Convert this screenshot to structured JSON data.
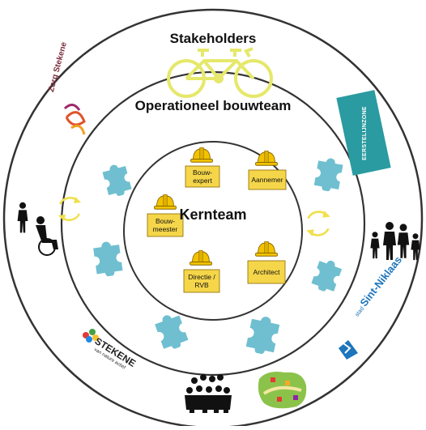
{
  "rings": {
    "outer": "Stakeholders",
    "middle": "Operationeel bouwteam",
    "inner": "Kernteam"
  },
  "kernteam_members": {
    "bouwexpert": "Bouw-\nexpert",
    "aannemer": "Aannemer",
    "bouwmeester": "Bouw-\nmeester",
    "directie": "Directie /\nRVB",
    "architect": "Architect"
  },
  "logos": {
    "eerstelijnszone": "EERSTELIJNZONE",
    "zorg_stekene": "Zorg Stekene",
    "sint_niklaas": "Sint-Niklaas",
    "sint_niklaas_prefix": "stad",
    "stekene": "STEKENE",
    "stekene_tagline": "van nature actief"
  },
  "icons": [
    "tandem-bicycle-icon",
    "puzzle-piece-icon",
    "rotation-arrows-icon",
    "worker-helmet-icon",
    "wheelchair-user-icon",
    "family-icon",
    "group-icon",
    "neighbourhood-map-icon"
  ],
  "colors": {
    "ring_stroke": "#333333",
    "bike": "#e5e86a",
    "helmet": "#f2c200",
    "sign": "#f5d64a",
    "puzzle": "#6fbfd0",
    "arrow": "#f0e04a",
    "eerstelijn_bg": "#2a9ba0",
    "sint_niklaas_blue": "#1d75bc"
  }
}
